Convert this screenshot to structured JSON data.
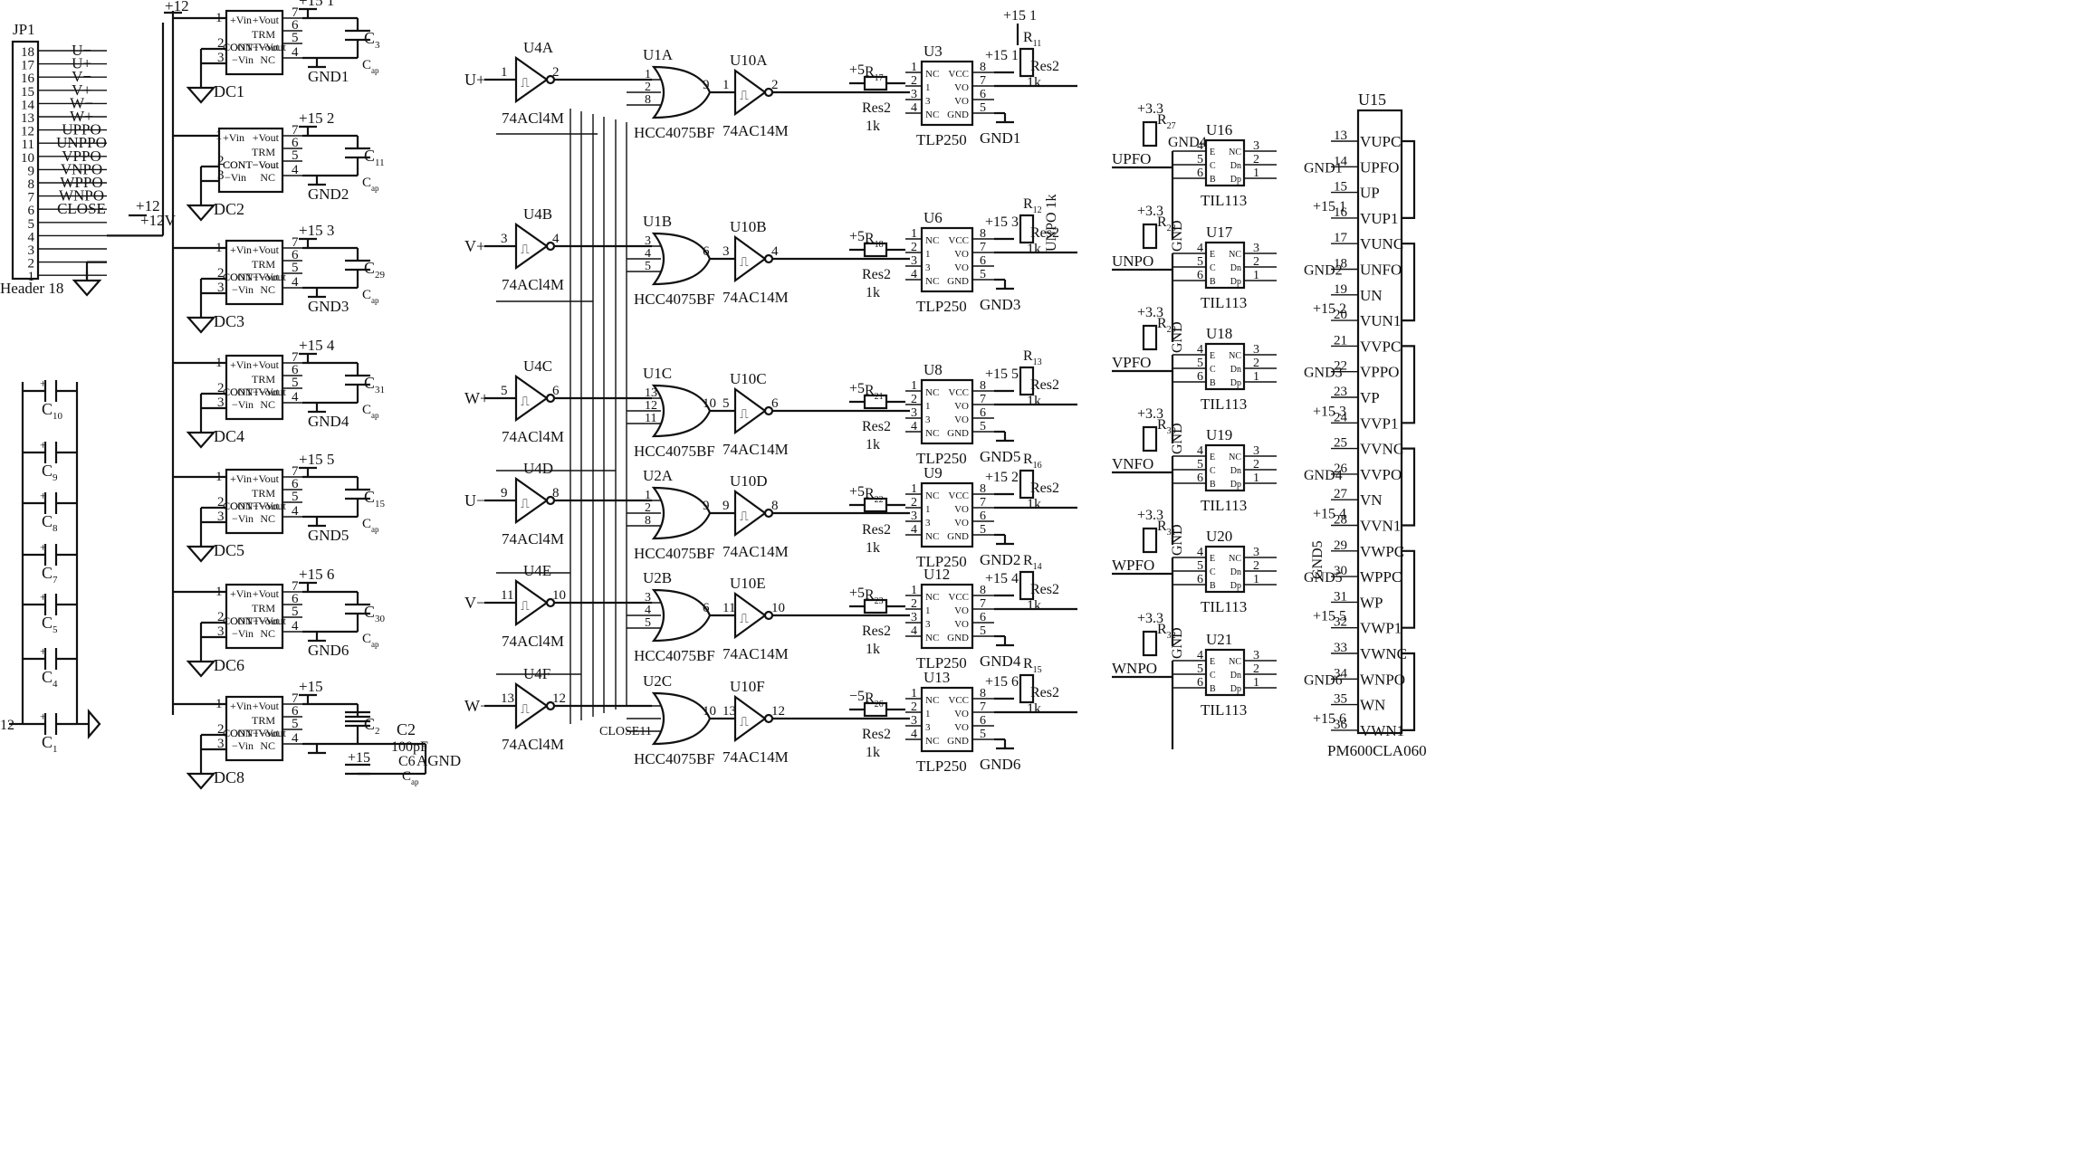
{
  "header": {
    "ref": "JP1",
    "part": "Header 18",
    "pins": [
      {
        "n": "18",
        "net": "U−"
      },
      {
        "n": "17",
        "net": "U+"
      },
      {
        "n": "16",
        "net": "V−"
      },
      {
        "n": "15",
        "net": "V+"
      },
      {
        "n": "14",
        "net": "W−"
      },
      {
        "n": "13",
        "net": "W+"
      },
      {
        "n": "12",
        "net": "UPPO"
      },
      {
        "n": "11",
        "net": "UNPPO"
      },
      {
        "n": "10",
        "net": "VPPO"
      },
      {
        "n": "9",
        "net": "VNPO"
      },
      {
        "n": "8",
        "net": "WPPO"
      },
      {
        "n": "7",
        "net": "WNPO"
      },
      {
        "n": "6",
        "net": "CLOSE"
      },
      {
        "n": "5",
        "net": ""
      },
      {
        "n": "4",
        "net": "+12"
      },
      {
        "n": "3",
        "net": "+12V"
      },
      {
        "n": "2",
        "net": ""
      },
      {
        "n": "1",
        "net": ""
      }
    ]
  },
  "rail12": "+12",
  "bank": {
    "rail": "12",
    "caps": [
      "C10",
      "C9",
      "C8",
      "C7",
      "C5",
      "C4",
      "C1"
    ]
  },
  "dcdc": {
    "pins_left": [
      "+Vin",
      "CONT−Vout",
      "−Vin"
    ],
    "pins_right": [
      "+Vout",
      "TRM",
      "CONT−Vout",
      "NC"
    ],
    "extra_pin": "−Vin",
    "units": [
      {
        "ref": "DC1",
        "supply": "+15 1",
        "gnd": "GND1",
        "cap": "C3",
        "cap_sub": "ap"
      },
      {
        "ref": "DC2",
        "supply": "+15 2",
        "gnd": "GND2",
        "cap": "C11",
        "cap_sub": "ap"
      },
      {
        "ref": "DC3",
        "supply": "+15 3",
        "gnd": "GND3",
        "cap": "C29",
        "cap_sub": "ap"
      },
      {
        "ref": "DC4",
        "supply": "+15 4",
        "gnd": "GND4",
        "cap": "C31",
        "cap_sub": "ap"
      },
      {
        "ref": "DC5",
        "supply": "+15 5",
        "gnd": "GND5",
        "cap": "C15",
        "cap_sub": "ap"
      },
      {
        "ref": "DC6",
        "supply": "+15 6",
        "gnd": "GND6",
        "cap": "C30",
        "cap_sub": "ap"
      },
      {
        "ref": "DC8",
        "supply": "+15",
        "gnd": "",
        "cap": "C2",
        "cap_sub": ""
      }
    ],
    "dc8_extra": {
      "c6": "C6",
      "c6_value": "100pF",
      "agnd": "AGND",
      "plus15": "+15",
      "cap_sub": "ap"
    }
  },
  "inputs": [
    {
      "net": "U+",
      "inv": "U4A",
      "in": "1",
      "out": "2"
    },
    {
      "net": "V+",
      "inv": "U4B",
      "in": "3",
      "out": "4"
    },
    {
      "net": "W+",
      "inv": "U4C",
      "in": "5",
      "out": "6"
    },
    {
      "net": "U−",
      "inv": "U4D",
      "in": "9",
      "out": "8"
    },
    {
      "net": "V−",
      "inv": "U4E",
      "in": "11",
      "out": "10"
    },
    {
      "net": "W−",
      "inv": "U4F",
      "in": "13",
      "out": "12"
    }
  ],
  "inv_part": "74ACl4M",
  "inv_part2": "74AC14M",
  "nor_part": "HCC4075BF",
  "gates": [
    {
      "ref": "U1A",
      "pins": [
        "1",
        "2",
        "8"
      ],
      "out": "9"
    },
    {
      "ref": "U1B",
      "pins": [
        "3",
        "4",
        "5"
      ],
      "out": "6"
    },
    {
      "ref": "U1C",
      "pins": [
        "13",
        "12",
        "11"
      ],
      "out": "10"
    },
    {
      "ref": "U2A",
      "pins": [
        "1",
        "2",
        "8"
      ],
      "out": "9"
    },
    {
      "ref": "U2B",
      "pins": [
        "3",
        "4",
        "5"
      ],
      "out": "6"
    },
    {
      "ref": "U2C",
      "pins": [
        "",
        "",
        ""
      ],
      "out": "10"
    }
  ],
  "close_pin": "CLOSE11",
  "buffers": [
    {
      "ref": "U10A",
      "in": "1",
      "out": "2"
    },
    {
      "ref": "U10B",
      "in": "3",
      "out": "4"
    },
    {
      "ref": "U10C",
      "in": "5",
      "out": "6"
    },
    {
      "ref": "U10D",
      "in": "9",
      "out": "8"
    },
    {
      "ref": "U10E",
      "in": "11",
      "out": "10"
    },
    {
      "ref": "U10F",
      "in": "13",
      "out": "12"
    }
  ],
  "opto": {
    "part": "TLP250",
    "pins_left": [
      "NC",
      "1",
      "3",
      "NC"
    ],
    "pins_right": [
      "VCC",
      "VO",
      "VO",
      "GND"
    ],
    "pinnums_left": [
      "1",
      "2",
      "3",
      "4"
    ],
    "pinnums_right": [
      "8",
      "7",
      "6",
      "5"
    ],
    "res_value": "Res2",
    "res_ohm": "1k",
    "units": [
      {
        "ref": "U3",
        "r_in": "R",
        "r_in_sub": "17",
        "supply": "+5",
        "vcc": "+15 1",
        "gnd": "GND1",
        "r_out": "R",
        "r_out_sub": "11"
      },
      {
        "ref": "U6",
        "r_in": "R",
        "r_in_sub": "18",
        "supply": "+5",
        "vcc": "+15 3",
        "gnd": "GND3",
        "r_out": "R",
        "r_out_sub": "12"
      },
      {
        "ref": "U8",
        "r_in": "R",
        "r_in_sub": "21",
        "supply": "+5",
        "vcc": "+15 5",
        "gnd": "GND5",
        "r_out": "R",
        "r_out_sub": "13"
      },
      {
        "ref": "U9",
        "r_in": "R",
        "r_in_sub": "22",
        "supply": "+5",
        "vcc": "+15 2",
        "gnd": "GND2",
        "r_out": "R",
        "r_out_sub": "16"
      },
      {
        "ref": "U12",
        "r_in": "R",
        "r_in_sub": "23",
        "supply": "+5",
        "vcc": "+15 4",
        "gnd": "GND4",
        "r_out": "R",
        "r_out_sub": "14"
      },
      {
        "ref": "U13",
        "r_in": "R",
        "r_in_sub": "26",
        "supply": "−5",
        "vcc": "+15 6",
        "gnd": "GND6",
        "r_out": "R",
        "r_out_sub": "15"
      }
    ],
    "top_supplies": [
      "+15 1",
      "+15 3",
      "+15 5",
      "+15 2",
      "+15 4",
      "+15 6"
    ]
  },
  "til": {
    "part": "TIL113",
    "pins_left": [
      "E",
      "C",
      "B"
    ],
    "pins_right": [
      "NC",
      "Dn",
      "Dp"
    ],
    "pinnums_left": [
      "4",
      "5",
      "6"
    ],
    "pinnums_right": [
      "3",
      "2",
      "1"
    ],
    "units": [
      {
        "ref": "U16",
        "fo": "UPFO",
        "r": "R",
        "r_sub": "27",
        "gnd": "GND4",
        "supply": "+3.3"
      },
      {
        "ref": "U17",
        "fo": "UNPO",
        "r": "R",
        "r_sub": "28",
        "gnd": "GND",
        "supply": "+3.3"
      },
      {
        "ref": "U18",
        "fo": "VPFO",
        "r": "R",
        "r_sub": "29",
        "gnd": "GND",
        "supply": "+3.3"
      },
      {
        "ref": "U19",
        "fo": "VNFO",
        "r": "R",
        "r_sub": "30",
        "gnd": "GND",
        "supply": "+3.3"
      },
      {
        "ref": "U20",
        "fo": "WPFO",
        "r": "R",
        "r_sub": "31",
        "gnd": "GND",
        "supply": "+3.3"
      },
      {
        "ref": "U21",
        "fo": "WNPO",
        "r": "R",
        "r_sub": "32",
        "gnd": "GND",
        "supply": "+3.3"
      }
    ]
  },
  "ipm": {
    "ref": "U15",
    "part": "PM600CLA060",
    "pins": [
      {
        "n": "13",
        "name": "VUPC",
        "gnd": "GND1",
        "pin2": "14"
      },
      {
        "n": "14",
        "name": "UPFO"
      },
      {
        "n": "15",
        "name": "UP"
      },
      {
        "n": "16",
        "name": "VUP1",
        "sup": "+15 1"
      },
      {
        "n": "17",
        "name": "VUNC"
      },
      {
        "n": "18",
        "name": "UNFO",
        "gnd": "GND2"
      },
      {
        "n": "19",
        "name": "UN"
      },
      {
        "n": "20",
        "name": "VUN1",
        "sup": "+15 2"
      },
      {
        "n": "21",
        "name": "VVPC"
      },
      {
        "n": "22",
        "name": "VPPO",
        "gnd": "GND3"
      },
      {
        "n": "23",
        "name": "VP"
      },
      {
        "n": "24",
        "name": "VVP1",
        "sup": "+15 3"
      },
      {
        "n": "25",
        "name": "VVNC"
      },
      {
        "n": "26",
        "name": "VVPO",
        "gnd": "GND4"
      },
      {
        "n": "27",
        "name": "VN"
      },
      {
        "n": "28",
        "name": "VVN1",
        "sup": "+15 4"
      },
      {
        "n": "29",
        "name": "VWPC"
      },
      {
        "n": "30",
        "name": "WPPC",
        "gnd": "GND5"
      },
      {
        "n": "31",
        "name": "WP"
      },
      {
        "n": "32",
        "name": "VWP1",
        "sup": "+15 5"
      },
      {
        "n": "33",
        "name": "VWNC"
      },
      {
        "n": "34",
        "name": "WNPO",
        "gnd": "GND6"
      },
      {
        "n": "35",
        "name": "WN"
      },
      {
        "n": "36",
        "name": "VWN1",
        "sup": "+15 6"
      }
    ]
  },
  "til_gnd_labels": [
    "GND4",
    "GND",
    "GND",
    "GND",
    "GND",
    "GND"
  ],
  "ipm_gnd_labels": [
    "GND1",
    "GND2",
    "GND3",
    "GND4",
    "GND5",
    "GND6"
  ],
  "ipm_sup_labels": [
    "+15 1",
    "+15 2",
    "+15 3",
    "+15 4",
    "+15 5",
    "+15 6"
  ],
  "ipm_top_gnd": "GND1",
  "extra_labels": {
    "gnd5_vertical": "GND5",
    "unpo_vertical": "UNPO 1k"
  }
}
